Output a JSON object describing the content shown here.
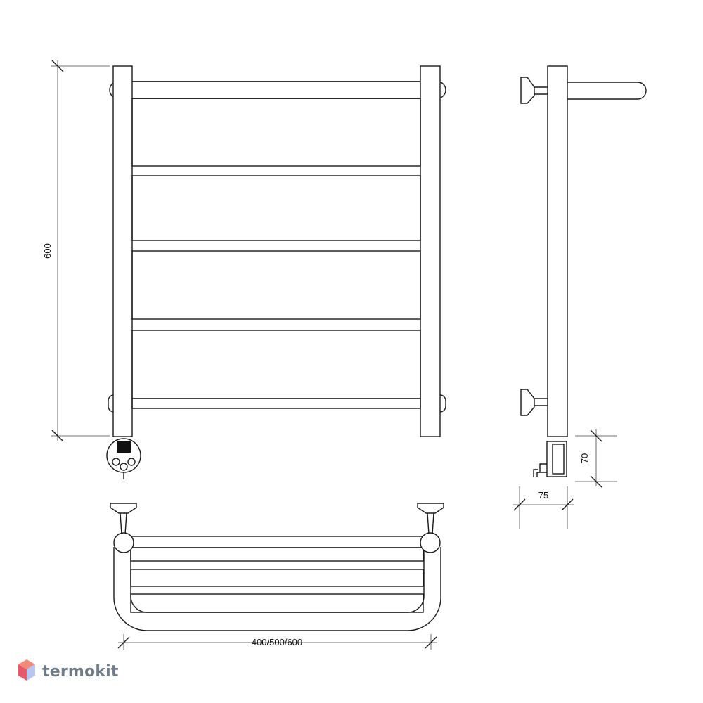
{
  "dimensions": {
    "height": "600",
    "width": "400/500/600",
    "connector_height": "70",
    "connector_depth": "75"
  },
  "logo": {
    "text": "termokit",
    "colors": {
      "text": "#6f7b87",
      "top": "#f28a7a",
      "left": "#e85a6a",
      "right": "#b9c7f0"
    }
  },
  "colors": {
    "line": "#1a1a1a",
    "background": "#ffffff"
  }
}
